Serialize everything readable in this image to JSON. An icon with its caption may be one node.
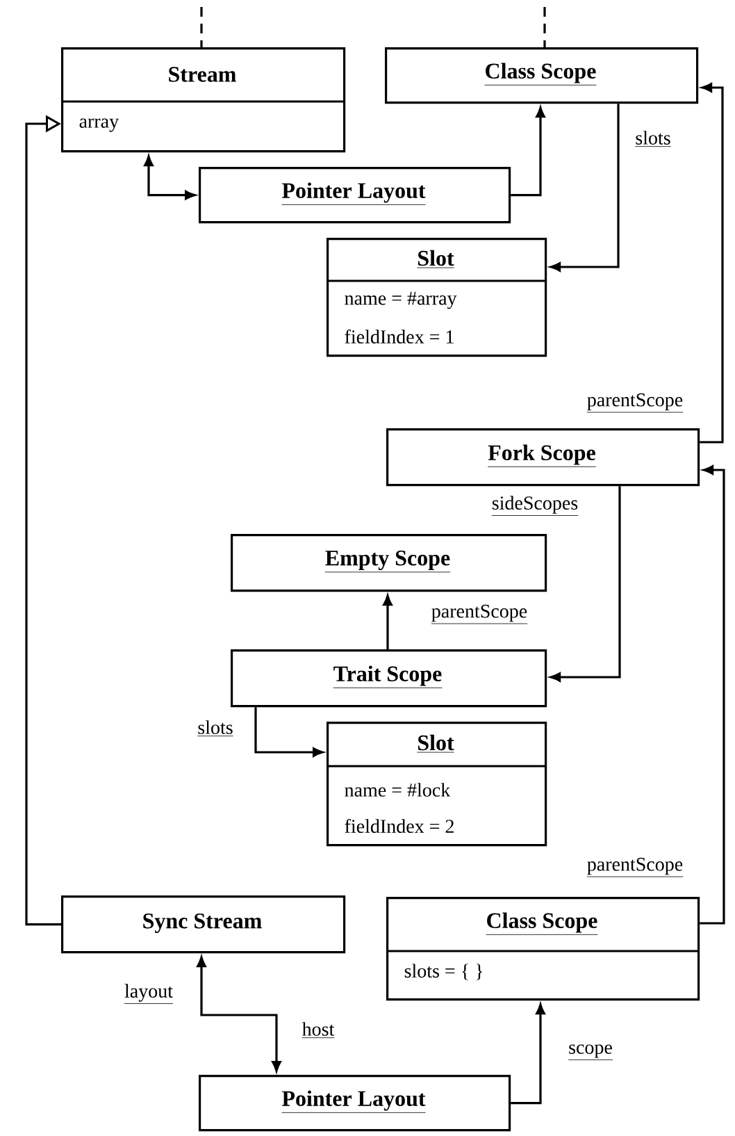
{
  "diagram": {
    "nodes": [
      {
        "text": [
          "Stream",
          "array"
        ]
      },
      {
        "text": [
          "Class Scope"
        ]
      },
      {
        "text": [
          "Pointer Layout"
        ]
      },
      {
        "text": [
          "Slot",
          "name = #array",
          "fieldIndex = 1"
        ]
      },
      {
        "text": [
          "Fork Scope"
        ]
      },
      {
        "text": [
          "Empty Scope"
        ]
      },
      {
        "text": [
          "Trait Scope"
        ]
      },
      {
        "text": [
          "Slot",
          "name = #lock",
          "fieldIndex = 2"
        ]
      },
      {
        "text": [
          "Sync Stream"
        ]
      },
      {
        "text": [
          "Class Scope",
          "slots = { }"
        ]
      },
      {
        "text": [
          "Pointer Layout"
        ]
      }
    ],
    "edges": [
      {
        "from": null,
        "to": 0,
        "arrow": "none",
        "style": "dashed"
      },
      {
        "from": null,
        "to": 1,
        "arrow": "none",
        "style": "dashed"
      },
      {
        "from": 2,
        "to": 0,
        "arrow": "both"
      },
      {
        "from": 2,
        "to": 1,
        "arrow": "to"
      },
      {
        "from": 1,
        "to": 3,
        "arrow": "to",
        "label": "slots"
      },
      {
        "from": 8,
        "to": 0,
        "arrow": "to"
      },
      {
        "from": 4,
        "to": 1,
        "arrow": "to",
        "label": "parentScope"
      },
      {
        "from": 4,
        "to": 6,
        "arrow": "to",
        "label": "sideScopes"
      },
      {
        "from": 6,
        "to": 5,
        "arrow": "to",
        "label": "parentScope"
      },
      {
        "from": 6,
        "to": 7,
        "arrow": "to",
        "label": "slots"
      },
      {
        "from": 9,
        "to": 4,
        "arrow": "to",
        "label": "parentScope"
      },
      {
        "from": 8,
        "to": 10,
        "arrow": "both",
        "label": "layout"
      },
      {
        "from": 10,
        "to": 9,
        "arrow": "to",
        "label": "scope"
      }
    ],
    "labels": [
      "host"
    ]
  }
}
